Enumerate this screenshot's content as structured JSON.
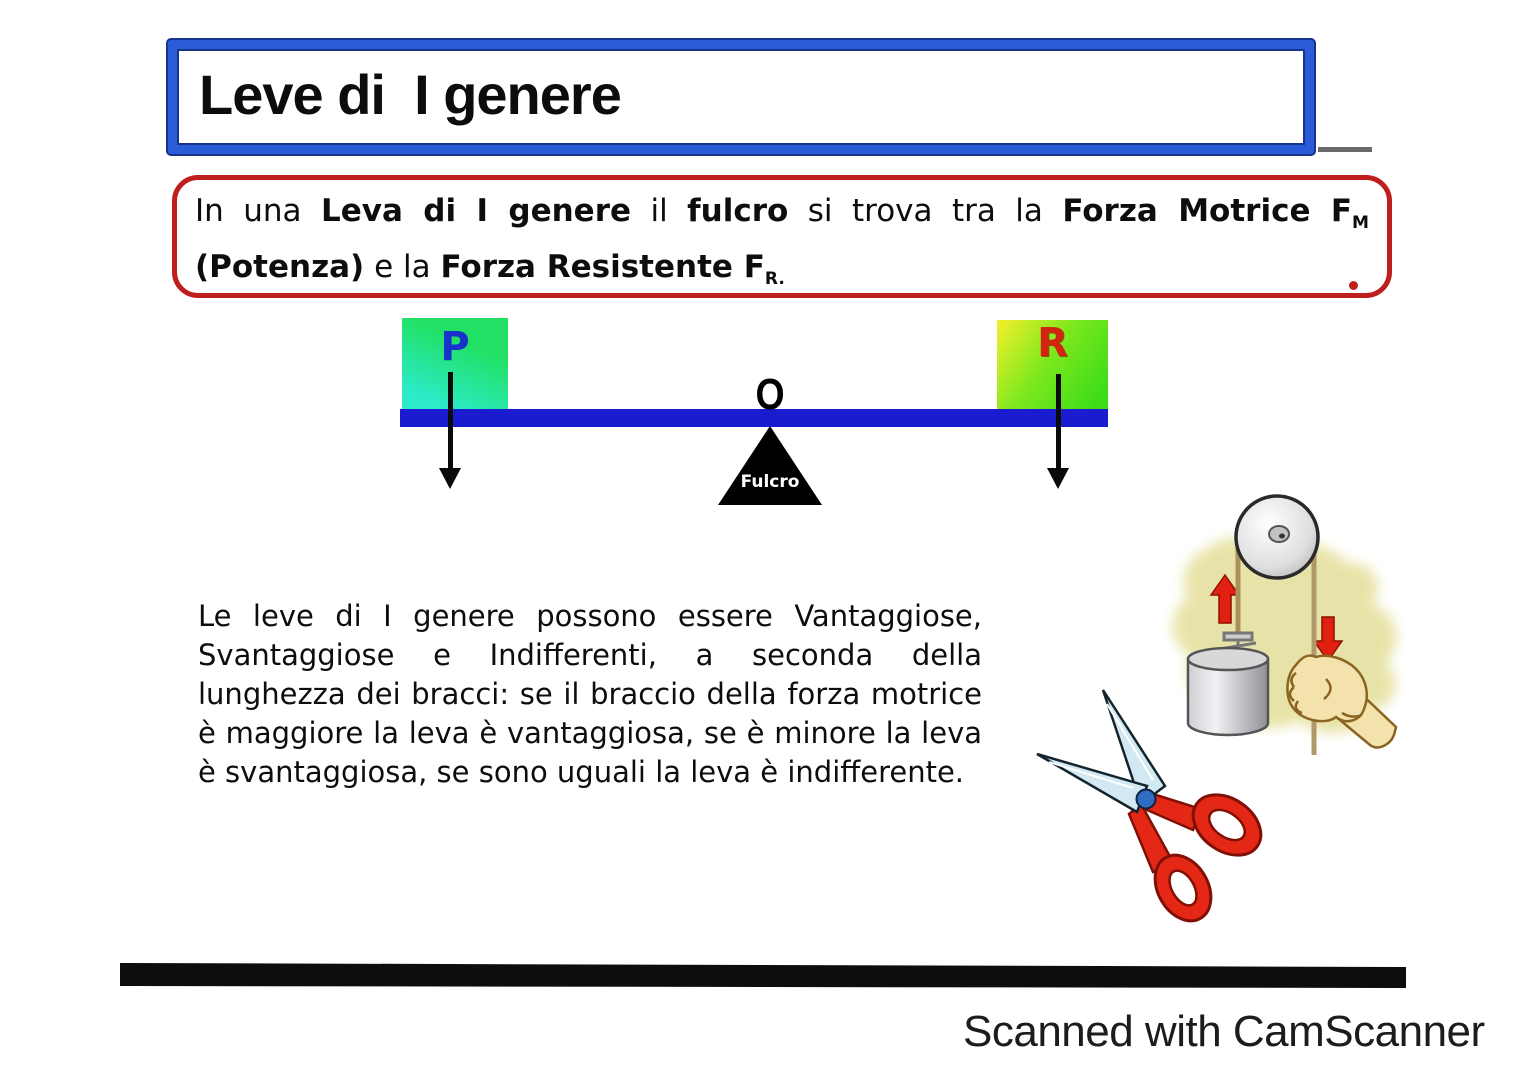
{
  "page": {
    "title": "Leve di  I genere",
    "scanner_credit": "Scanned with CamScanner",
    "background": "#ffffff"
  },
  "definition_box": {
    "line1": [
      {
        "t": "In una ",
        "b": false
      },
      {
        "t": "Leva di I genere",
        "b": true
      },
      {
        "t": " il ",
        "b": false
      },
      {
        "t": "fulcro",
        "b": true
      },
      {
        "t": " si trova tra la ",
        "b": false
      },
      {
        "t": "Forza Motrice F",
        "b": true
      },
      {
        "t": "M",
        "b": true,
        "sub": true
      }
    ],
    "line2": [
      {
        "t": "(Potenza)",
        "b": true
      },
      {
        "t": " e la ",
        "b": false
      },
      {
        "t": "Forza Resistente F",
        "b": true
      },
      {
        "t": "R.",
        "b": true,
        "sub": true
      }
    ]
  },
  "lever_diagram": {
    "power_label": "P",
    "resistance_label": "R",
    "pivot_point_label": "O",
    "fulcrum_label": "Fulcro"
  },
  "body_text": "Le leve di I genere possono essere Vantaggiose, Svantaggiose e Indifferenti, a seconda della lunghezza dei bracci: se il braccio della forza motrice è maggiore la leva è vantaggiosa, se è minore la leva è svantaggiosa, se sono uguali la leva è indifferente.",
  "illustrations": {
    "pulley": "fixed-pulley-with-weight-and-hand-illustration",
    "scissors": "scissors-illustration"
  },
  "colors": {
    "title_border": "#2b5bd6",
    "definition_border": "#bf1e1e",
    "lever_bar": "#1b1bd0",
    "power_letter": "#1733cc",
    "resistance_letter": "#d32411",
    "power_box_green": "#21e063",
    "power_box_cyan": "#2cebc9",
    "resistance_box_yellow": "#e8ef2a",
    "resistance_box_green": "#3edc19",
    "fulcrum": "#000000",
    "bottom_bar": "#0d0d0d"
  }
}
